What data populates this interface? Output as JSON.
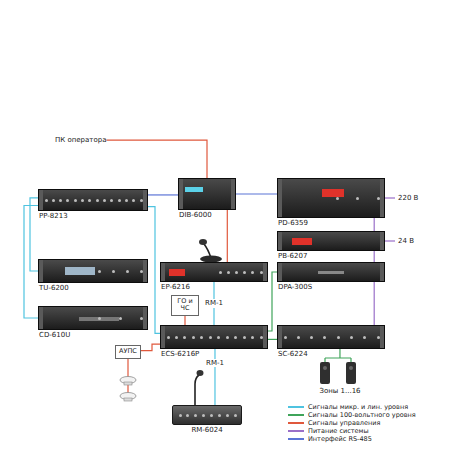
{
  "diagram": {
    "nodes": [
      {
        "text": [
          "ПК оператора"
        ]
      },
      {
        "text": [
          "PP-8213"
        ]
      },
      {
        "text": [
          "DIB-6000"
        ]
      },
      {
        "text": [
          "PD-6359"
        ]
      },
      {
        "text": [
          "PB-6207"
        ]
      },
      {
        "text": [
          "TU-6200"
        ]
      },
      {
        "text": [
          "EP-6216"
        ]
      },
      {
        "text": [
          "DPA-300S"
        ]
      },
      {
        "text": [
          "ГО и ЧС"
        ]
      },
      {
        "text": [
          "CD-610U"
        ]
      },
      {
        "text": [
          "ECS-6216P"
        ]
      },
      {
        "text": [
          "SC-6224"
        ]
      },
      {
        "text": [
          "АУПС"
        ]
      },
      {
        "text": [
          "Зоны 1...16"
        ]
      },
      {
        "text": [
          "RM-6024"
        ]
      }
    ],
    "edges": [
      {
        "from": 0,
        "to": 2,
        "arrow": "none"
      },
      {
        "from": 1,
        "to": 2,
        "arrow": "none"
      },
      {
        "from": 2,
        "to": 3,
        "arrow": "none"
      },
      {
        "from": 2,
        "to": 6,
        "arrow": "none"
      },
      {
        "from": 1,
        "to": 5,
        "arrow": "none"
      },
      {
        "from": 1,
        "to": 9,
        "arrow": "none"
      },
      {
        "from": 1,
        "to": 10,
        "arrow": "none"
      },
      {
        "from": 6,
        "to": 10,
        "label": "RM-1",
        "arrow": "none"
      },
      {
        "from": 8,
        "to": 10,
        "arrow": "none"
      },
      {
        "from": 10,
        "to": 7,
        "arrow": "none"
      },
      {
        "from": 10,
        "to": 11,
        "arrow": "none"
      },
      {
        "from": 11,
        "to": 13,
        "arrow": "none"
      },
      {
        "from": 10,
        "to": 12,
        "arrow": "none"
      },
      {
        "from": 14,
        "to": 10,
        "label": "RM-1",
        "arrow": "none"
      },
      {
        "from": 3,
        "to": 4,
        "arrow": "none"
      },
      {
        "from": 4,
        "to": 7,
        "arrow": "none"
      },
      {
        "from": 7,
        "to": 11,
        "arrow": "none"
      }
    ],
    "labels": [
      "220 В",
      "24 В"
    ],
    "legend": [
      {
        "text": "Сигналы микр. и лин. уровня",
        "color": "#4fc3e0"
      },
      {
        "text": "Сигналы 100-вольтного уровня",
        "color": "#3fa45a"
      },
      {
        "text": "Сигналы управления",
        "color": "#e0583c"
      },
      {
        "text": "Питание системы",
        "color": "#9a6fc8"
      },
      {
        "text": "Интерфейс RS-485",
        "color": "#5b74d6"
      }
    ]
  }
}
